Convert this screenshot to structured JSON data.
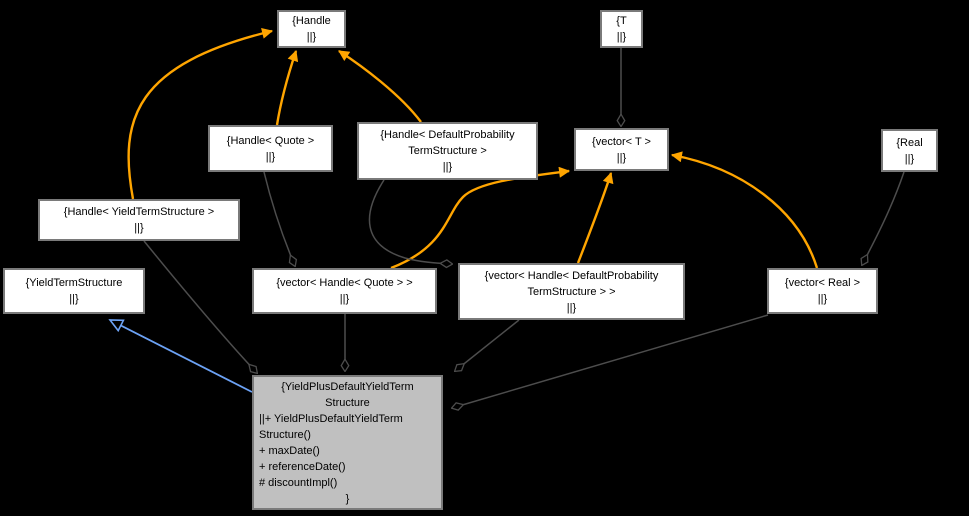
{
  "diagram": {
    "kind": "collaboration-graph",
    "colors": {
      "background": "#000000",
      "node_fill": "#ffffff",
      "node_border": "#7a7a7a",
      "main_node_fill": "#c0c0c0",
      "usage_edge": "#4d4d4d",
      "template_edge": "#ffa500",
      "inheritance_edge": "#6ca2f5",
      "text": "#000000"
    },
    "nodes": {
      "handle": {
        "label": "{Handle\n||}"
      },
      "t": {
        "label": "{T\n||}"
      },
      "handle_quote": {
        "label": "{Handle< Quote >\n||}"
      },
      "handle_dpts": {
        "label": "{Handle< DefaultProbability\nTermStructure >\n||}"
      },
      "vector_t": {
        "label": "{vector< T >\n||}"
      },
      "real": {
        "label": "{Real\n||}"
      },
      "handle_yts": {
        "label": "{Handle< YieldTermStructure >\n||}"
      },
      "yield_term_structure": {
        "label": "{YieldTermStructure\n||}"
      },
      "vector_handle_quote": {
        "label": "{vector< Handle< Quote > >\n||}"
      },
      "vector_handle_dpts": {
        "label": "{vector< Handle< DefaultProbability\nTermStructure > >\n||}"
      },
      "vector_real": {
        "label": "{vector< Real >\n||}"
      },
      "main": {
        "title": "{YieldPlusDefaultYieldTerm\nStructure",
        "members": "||+ YieldPlusDefaultYieldTerm\nStructure()\n+ maxDate()\n+ referenceDate()\n# discountImpl()",
        "closing": "}"
      }
    },
    "edges": [
      {
        "from": "Handle< YieldTermStructure >",
        "to": "Handle",
        "relation": "template-instance"
      },
      {
        "from": "Handle< Quote >",
        "to": "Handle",
        "relation": "template-instance"
      },
      {
        "from": "Handle< DefaultProbabilityTermStructure >",
        "to": "Handle",
        "relation": "template-instance"
      },
      {
        "from": "vector< Handle< Quote > >",
        "to": "vector< T >",
        "relation": "template-instance"
      },
      {
        "from": "vector< Handle< DefaultProbabilityTermStructure > >",
        "to": "vector< T >",
        "relation": "template-instance"
      },
      {
        "from": "vector< Real >",
        "to": "vector< T >",
        "relation": "template-instance"
      },
      {
        "from": "T",
        "to": "vector< T >",
        "relation": "aggregation"
      },
      {
        "from": "Handle< Quote >",
        "to": "vector< Handle< Quote > >",
        "relation": "aggregation"
      },
      {
        "from": "Handle< DefaultProbabilityTermStructure >",
        "to": "vector< Handle< DefaultProbabilityTermStructure > >",
        "relation": "aggregation"
      },
      {
        "from": "Real",
        "to": "vector< Real >",
        "relation": "aggregation"
      },
      {
        "from": "Handle< YieldTermStructure >",
        "to": "YieldPlusDefaultYieldTermStructure",
        "relation": "aggregation"
      },
      {
        "from": "vector< Handle< Quote > >",
        "to": "YieldPlusDefaultYieldTermStructure",
        "relation": "aggregation"
      },
      {
        "from": "vector< Handle< DefaultProbabilityTermStructure > >",
        "to": "YieldPlusDefaultYieldTermStructure",
        "relation": "aggregation"
      },
      {
        "from": "vector< Real >",
        "to": "YieldPlusDefaultYieldTermStructure",
        "relation": "aggregation"
      },
      {
        "from": "YieldPlusDefaultYieldTermStructure",
        "to": "YieldTermStructure",
        "relation": "inheritance"
      }
    ]
  }
}
